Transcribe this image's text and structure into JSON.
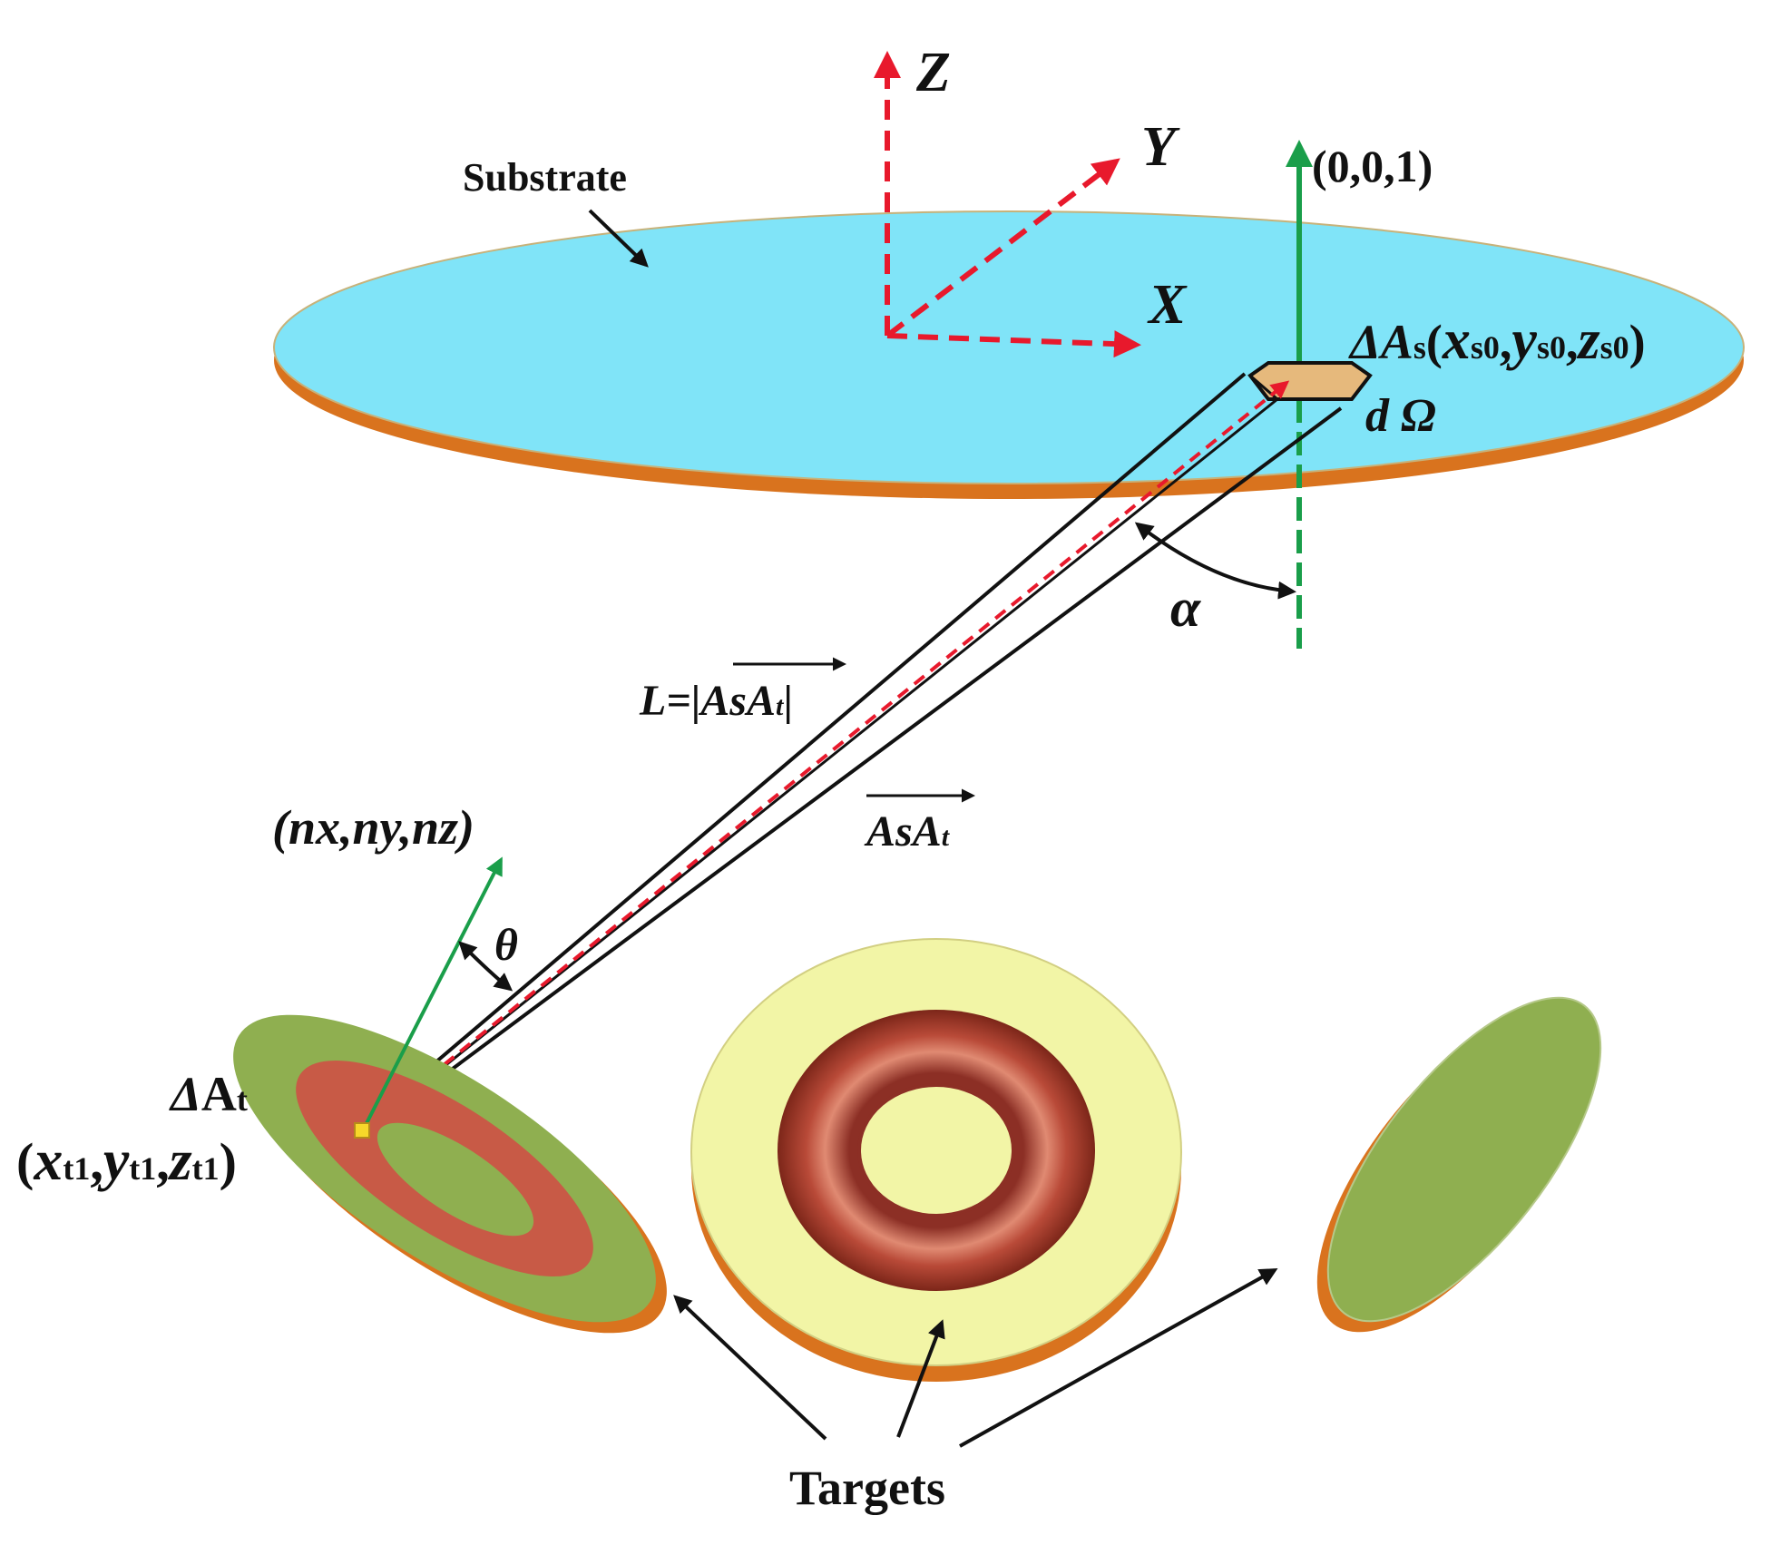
{
  "labels": {
    "substrate": "Substrate",
    "axis_z": "Z",
    "axis_y": "Y",
    "axis_x": "X",
    "normal_vector": "(0,0,1)",
    "delta": "Δ",
    "as_A": "A",
    "as_sub": "s",
    "as_open": "(",
    "x_var": "x",
    "y_var": "y",
    "z_var": "z",
    "s0": "s0",
    "comma": ",",
    "close": ")",
    "d_omega": "d Ω",
    "alpha": "α",
    "L_eq": "L=",
    "As": "As",
    "At_A": "A",
    "t_sub": "t",
    "n_vector": "(nx,ny,nz)",
    "theta": "θ",
    "t1": "t1",
    "targets": "Targets"
  },
  "colors": {
    "axis_red": "#e8192c",
    "normal_green": "#1a9e4a",
    "substrate_fill": "#80e4f8",
    "substrate_edge": "#d9731e",
    "target_green": "#8faf50",
    "target_cream": "#f2f5a6",
    "target_ring": "#c85a46",
    "patch_fill": "#e6b97c"
  }
}
